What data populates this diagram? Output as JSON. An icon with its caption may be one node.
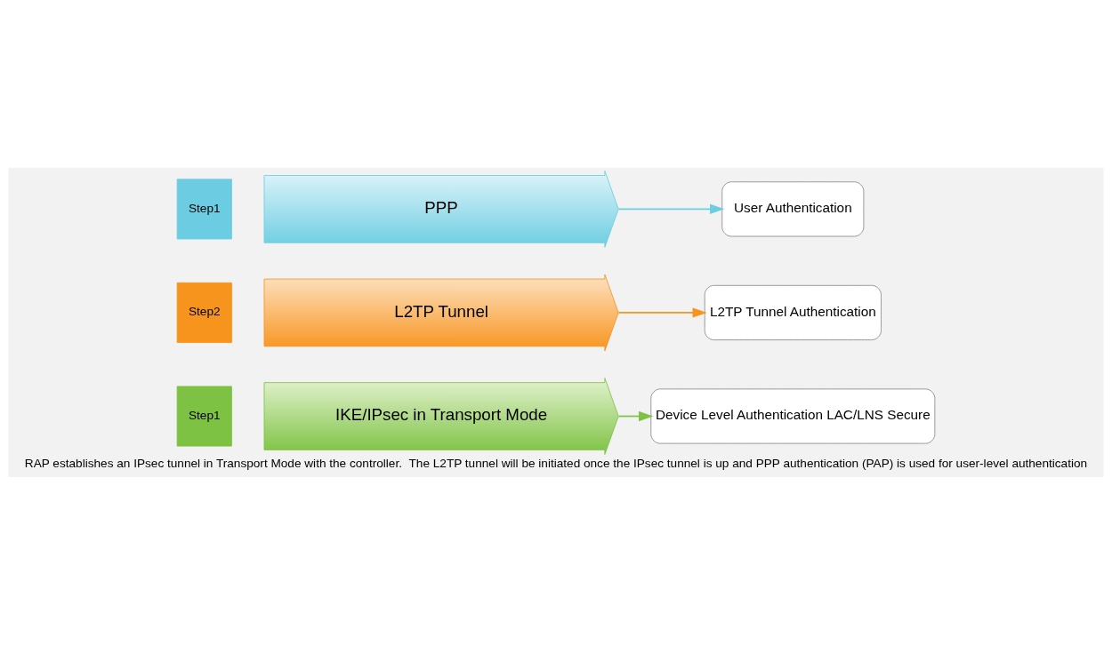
{
  "diagram": {
    "caption": "RAP establishes an IPsec tunnel in Transport Mode with the controller.  The L2TP tunnel will be initiated once the IPsec tunnel is up and PPP authentication (PAP) is used for user-level authentication",
    "nodes": [
      {
        "text": [
          "Step1"
        ]
      },
      {
        "text": [
          "IKE/IPsec in Transport Mode"
        ]
      },
      {
        "text": [
          "Device Level Authentication LAC/LNS Secure"
        ]
      },
      {
        "text": [
          "Step2"
        ]
      },
      {
        "text": [
          "L2TP Tunnel"
        ]
      },
      {
        "text": [
          "L2TP Tunnel Authentication"
        ]
      },
      {
        "text": [
          "Step1"
        ]
      },
      {
        "text": [
          "PPP"
        ]
      },
      {
        "text": [
          "User Authentication"
        ]
      }
    ],
    "edges": [
      {
        "from": 1,
        "to": 2,
        "arrow": "to",
        "color": "#7dc242"
      },
      {
        "from": 4,
        "to": 5,
        "arrow": "to",
        "color": "#f7941d"
      },
      {
        "from": 7,
        "to": 8,
        "arrow": "to",
        "color": "#6ccde2"
      }
    ]
  }
}
